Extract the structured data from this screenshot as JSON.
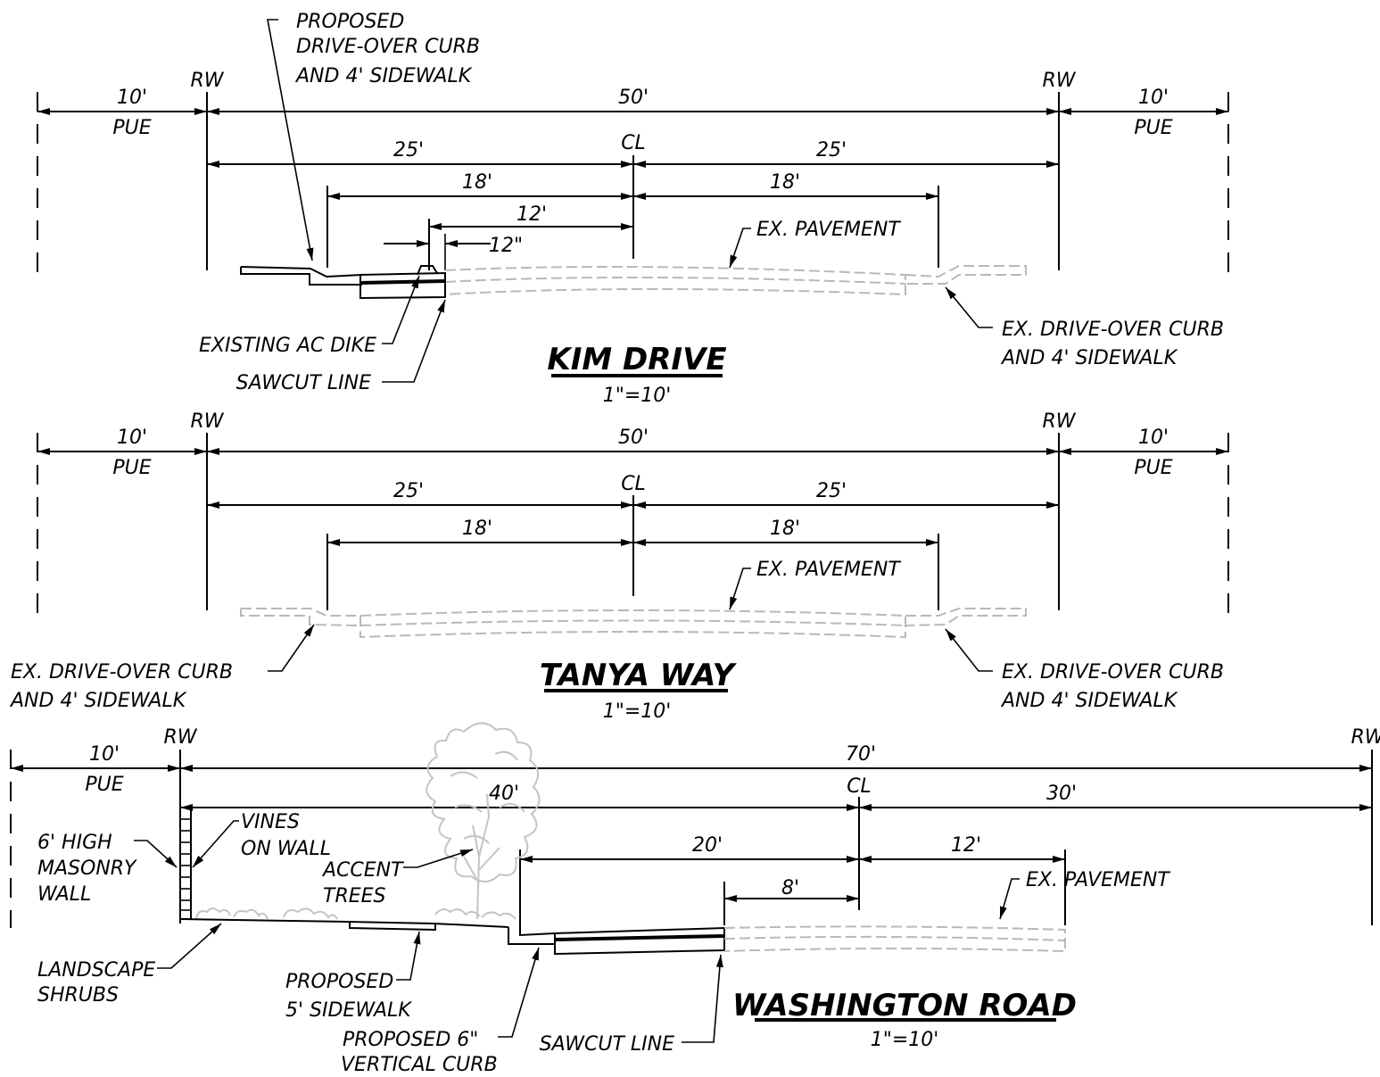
{
  "labels": {
    "rw": "RW",
    "cl": "CL",
    "pue": "PUE",
    "scale": "1\"=10'",
    "ex_pavement": "EX. PAVEMENT",
    "ex_curb_1": "EX. DRIVE-OVER CURB",
    "ex_curb_2": "AND 4' SIDEWALK"
  },
  "kim": {
    "title": "KIM DRIVE",
    "dims": {
      "pue_left": "10'",
      "row": "50'",
      "pue_right": "10'",
      "half_left": "25'",
      "half_right": "25'",
      "curb_left": "18'",
      "curb_right": "18'",
      "sawcut": "12'",
      "dike": "12\""
    },
    "callouts": {
      "proposed_1": "PROPOSED",
      "proposed_2": "DRIVE-OVER CURB",
      "proposed_3": "AND 4' SIDEWALK",
      "existing_dike": "EXISTING AC DIKE",
      "sawcut": "SAWCUT LINE"
    }
  },
  "tanya": {
    "title": "TANYA WAY",
    "dims": {
      "pue_left": "10'",
      "row": "50'",
      "pue_right": "10'",
      "half_left": "25'",
      "half_right": "25'",
      "curb_left": "18'",
      "curb_right": "18'"
    }
  },
  "washington": {
    "title": "WASHINGTON ROAD",
    "dims": {
      "pue_left": "10'",
      "row": "70'",
      "half_left": "40'",
      "half_right": "30'",
      "curb_left": "20'",
      "curb_right": "12'",
      "sawcut": "8'"
    },
    "callouts": {
      "wall_1": "6' HIGH",
      "wall_2": "MASONRY",
      "wall_3": "WALL",
      "vines_1": "VINES",
      "vines_2": "ON WALL",
      "trees_1": "ACCENT",
      "trees_2": "TREES",
      "shrubs_1": "LANDSCAPE",
      "shrubs_2": "SHRUBS",
      "sidewalk_1": "PROPOSED",
      "sidewalk_2": "5' SIDEWALK",
      "curb_1": "PROPOSED 6\"",
      "curb_2": "VERTICAL CURB",
      "sawcut": "SAWCUT LINE"
    }
  }
}
